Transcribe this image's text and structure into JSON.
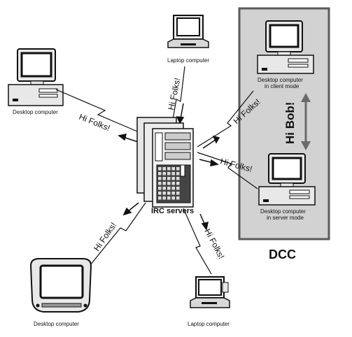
{
  "diagram": {
    "server_label": "IRC servers",
    "dcc_label": "DCC",
    "message": "Hi Folks!",
    "dcc_message": "Hi Bob!",
    "nodes": {
      "desktop_top_left": "Desktop computer",
      "laptop_top": "Laptop computer",
      "dcc_client_line1": "Desktop computer",
      "dcc_client_line2": "in client mode",
      "dcc_server_line1": "Desktop computer",
      "dcc_server_line2": "in server mode",
      "imac_bottom_left": "Desktop computer",
      "laptop_bottom": "Laptop computer"
    }
  }
}
